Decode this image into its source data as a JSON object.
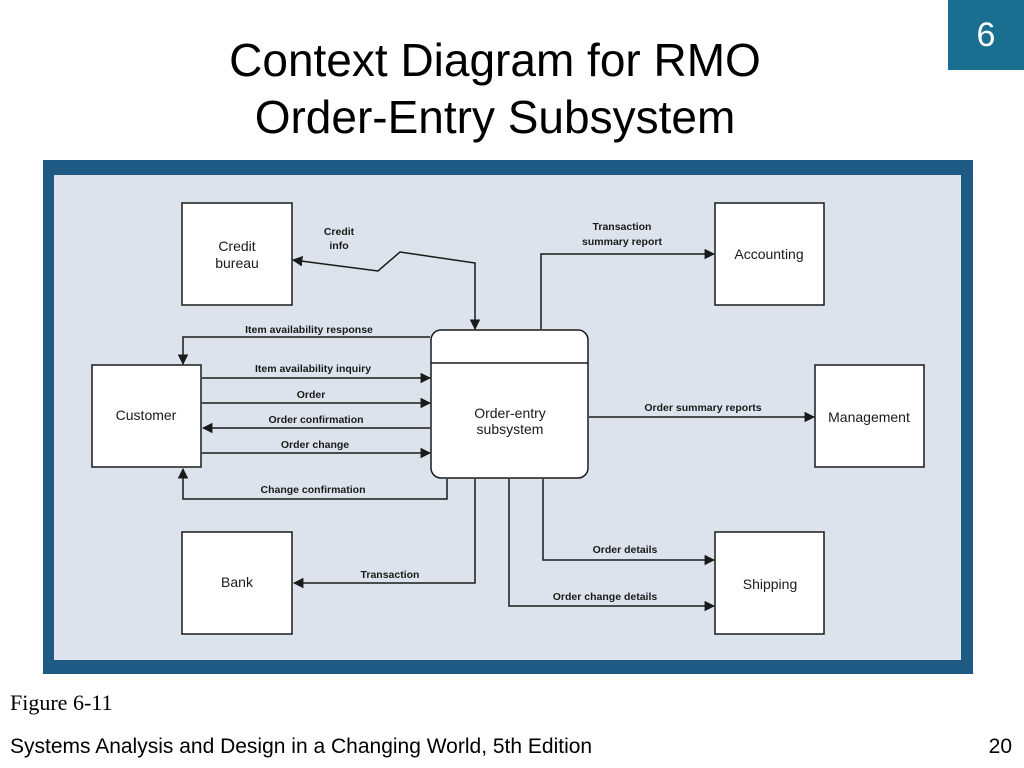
{
  "chapter_number": "6",
  "title": {
    "line1": "Context Diagram for RMO",
    "line2": "Order-Entry Subsystem"
  },
  "diagram": {
    "entities": {
      "credit_bureau": [
        "Credit",
        "bureau"
      ],
      "accounting": [
        "Accounting"
      ],
      "customer": [
        "Customer"
      ],
      "management": [
        "Management"
      ],
      "bank": [
        "Bank"
      ],
      "shipping": [
        "Shipping"
      ]
    },
    "process": [
      "Order-entry",
      "subsystem"
    ],
    "flows": {
      "credit_info": [
        "Credit",
        "info"
      ],
      "transaction_summary": [
        "Transaction",
        "summary report"
      ],
      "item_availability_response": [
        "Item availability response"
      ],
      "item_availability_inquiry": [
        "Item availability inquiry"
      ],
      "order": [
        "Order"
      ],
      "order_confirmation": [
        "Order confirmation"
      ],
      "order_change": [
        "Order change"
      ],
      "change_confirmation": [
        "Change confirmation"
      ],
      "order_summary_reports": [
        "Order summary reports"
      ],
      "order_details": [
        "Order details"
      ],
      "order_change_details": [
        "Order change details"
      ],
      "transaction": [
        "Transaction"
      ]
    }
  },
  "figure_caption": "Figure 6-11",
  "footer": "Systems Analysis and Design in a Changing World, 5th Edition",
  "page_number": "20",
  "colors": {
    "badge": "#1a6f91",
    "frame": "#1f5a85",
    "panel": "#dde3ec",
    "box_fill": "#ffffff",
    "stroke": "#1a1a1a"
  }
}
